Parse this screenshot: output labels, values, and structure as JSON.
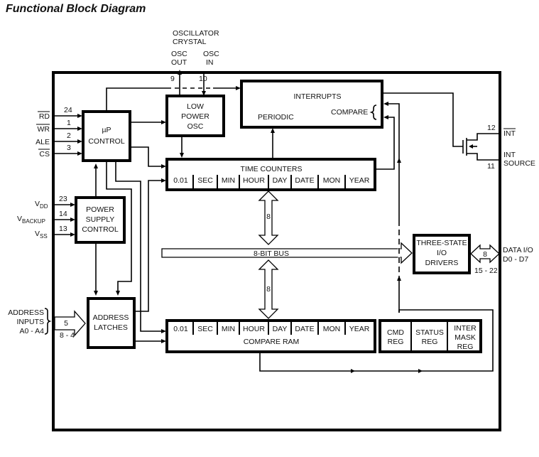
{
  "title": "Functional Block Diagram",
  "external": {
    "oscillator_crystal": [
      "OSCILLATOR",
      "CRYSTAL"
    ],
    "osc_out": [
      "OSC",
      "OUT"
    ],
    "osc_in": [
      "OSC",
      "IN"
    ],
    "osc_out_pin": "9",
    "osc_in_pin": "10"
  },
  "left_pins": {
    "control": [
      {
        "label": "RD",
        "overbar": true,
        "pin": "24"
      },
      {
        "label": "WR",
        "overbar": true,
        "pin": "1"
      },
      {
        "label": "ALE",
        "overbar": false,
        "pin": "2"
      },
      {
        "label": "CS",
        "overbar": true,
        "pin": "3"
      }
    ],
    "power": [
      {
        "label": "V",
        "sub": "DD",
        "pin": "23"
      },
      {
        "label": "V",
        "sub": "BACKUP",
        "pin": "14"
      },
      {
        "label": "V",
        "sub": "SS",
        "pin": "13"
      }
    ],
    "address": {
      "label": [
        "ADDRESS",
        "INPUTS",
        "A0 - A4"
      ],
      "width": "5",
      "pins": "8 - 4"
    }
  },
  "blocks": {
    "up_control": [
      "µP",
      "CONTROL"
    ],
    "low_power_osc": [
      "LOW",
      "POWER",
      "OSC"
    ],
    "interrupts": {
      "title": "INTERRUPTS",
      "periodic": "PERIODIC",
      "compare": "COMPARE"
    },
    "time_counters": {
      "title": "TIME COUNTERS",
      "cells": [
        "0.01",
        "SEC",
        "MIN",
        "HOUR",
        "DAY",
        "DATE",
        "MON",
        "YEAR"
      ]
    },
    "power_supply_control": [
      "POWER",
      "SUPPLY",
      "CONTROL"
    ],
    "address_latches": [
      "ADDRESS",
      "LATCHES"
    ],
    "bus": {
      "label": "8-BIT BUS",
      "upper_width": "8",
      "lower_width": "8"
    },
    "three_state": [
      "THREE-STATE",
      "I/O",
      "DRIVERS"
    ],
    "compare_ram": {
      "title": "COMPARE RAM",
      "cells": [
        "0.01",
        "SEC",
        "MIN",
        "HOUR",
        "DAY",
        "DATE",
        "MON",
        "YEAR"
      ]
    },
    "registers": [
      [
        "CMD",
        "REG"
      ],
      [
        "STATUS",
        "REG"
      ],
      [
        "INTER",
        "MASK",
        "REG"
      ]
    ]
  },
  "right_pins": {
    "int": {
      "label": "INT",
      "overbar": true,
      "pin": "12"
    },
    "int_source": {
      "label": [
        "INT",
        "SOURCE"
      ],
      "pin": "11"
    },
    "data_io": {
      "label": [
        "DATA I/O",
        "D0 - D7"
      ],
      "width": "8",
      "pins": "15 - 22"
    }
  }
}
